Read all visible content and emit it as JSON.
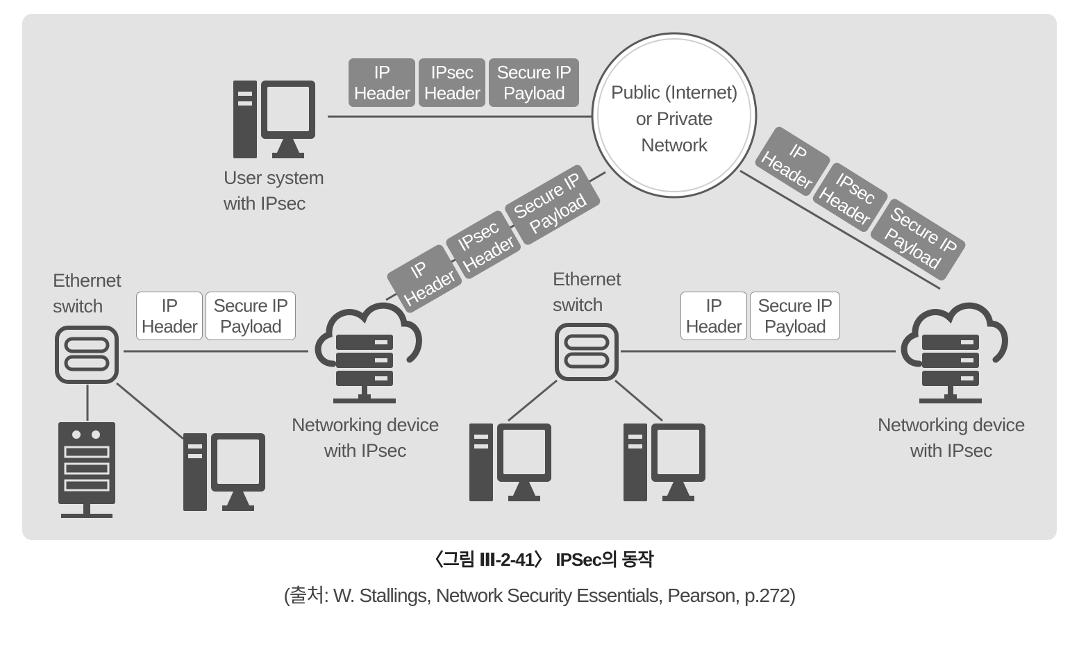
{
  "network": {
    "line1": "Public (Internet)",
    "line2": "or Private",
    "line3": "Network"
  },
  "user_system": {
    "line1": "User system",
    "line2": "with IPsec"
  },
  "switch_left": {
    "line1": "Ethernet",
    "line2": "switch"
  },
  "switch_mid": {
    "line1": "Ethernet",
    "line2": "switch"
  },
  "device_left": {
    "line1": "Networking device",
    "line2": "with IPsec"
  },
  "device_right": {
    "line1": "Networking device",
    "line2": "with IPsec"
  },
  "packets": {
    "top": [
      {
        "l1": "IP",
        "l2": "Header"
      },
      {
        "l1": "IPsec",
        "l2": "Header"
      },
      {
        "l1": "Secure IP",
        "l2": "Payload"
      }
    ],
    "left_diag": [
      {
        "l1": "IP",
        "l2": "Header"
      },
      {
        "l1": "IPsec",
        "l2": "Header"
      },
      {
        "l1": "Secure IP",
        "l2": "Payload"
      }
    ],
    "right_diag": [
      {
        "l1": "IP",
        "l2": "Header"
      },
      {
        "l1": "IPsec",
        "l2": "Header"
      },
      {
        "l1": "Secure IP",
        "l2": "Payload"
      }
    ],
    "lan_left": [
      {
        "l1": "IP",
        "l2": "Header"
      },
      {
        "l1": "Secure IP",
        "l2": "Payload"
      }
    ],
    "lan_right": [
      {
        "l1": "IP",
        "l2": "Header"
      },
      {
        "l1": "Secure IP",
        "l2": "Payload"
      }
    ]
  },
  "caption": {
    "title": "〈그림 Ⅲ-2-41〉 IPSec의 동작",
    "source": "(출처: W. Stallings, Network Security Essentials, Pearson, p.272)"
  },
  "colors": {
    "panel": "#e3e3e3",
    "icon": "#4d4d4d",
    "packet_dark": "#888888",
    "line": "#5a5a5a"
  }
}
